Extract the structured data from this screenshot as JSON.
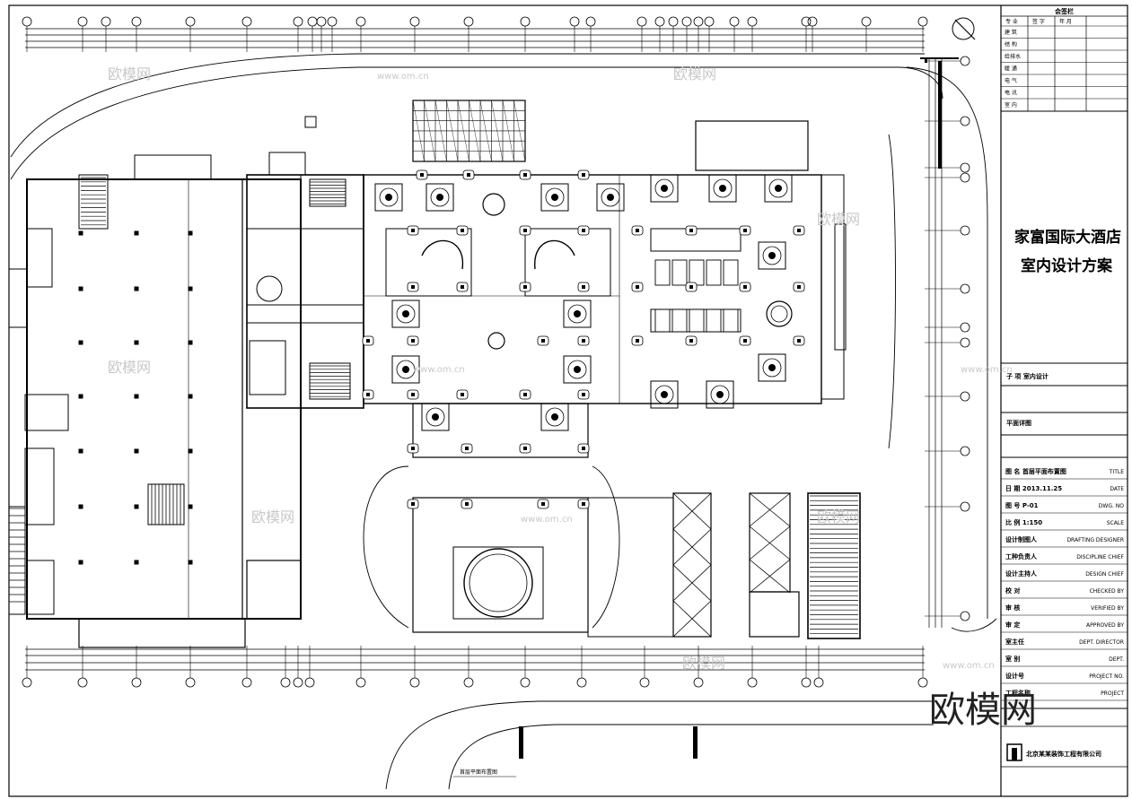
{
  "project": {
    "title_line1": "家富国际大酒店",
    "title_line2": "室内设计方案"
  },
  "watermark": {
    "brand": "欧模网",
    "small": "欧模网",
    "url": "www.om.cn"
  },
  "signoff_table": {
    "header": "会签栏",
    "columns": [
      "专 业",
      "签 字",
      "年 月"
    ],
    "rows": [
      "建 筑",
      "结 构",
      "给排水",
      "暖 通",
      "电 气",
      "电 讯",
      "室 内"
    ]
  },
  "title_block": {
    "subitem": "子 项 室内设计",
    "drawing_type": "平面详图",
    "rows": [
      {
        "cn": "图 名 首层平面布置图",
        "en": "TITLE"
      },
      {
        "cn": "日 期 2013.11.25",
        "en": "DATE"
      },
      {
        "cn": "图 号 P-01",
        "en": "DWG. NO"
      },
      {
        "cn": "比 例 1:150",
        "en": "SCALE"
      },
      {
        "cn": "设计制图人",
        "en": "DRAFTING DESIGNER"
      },
      {
        "cn": "工种负责人",
        "en": "DISCIPLINE CHIEF"
      },
      {
        "cn": "设计主持人",
        "en": "DESIGN CHIEF"
      },
      {
        "cn": "校 对",
        "en": "CHECKED BY"
      },
      {
        "cn": "审 核",
        "en": "VERIFIED BY"
      },
      {
        "cn": "审 定",
        "en": "APPROVED BY"
      },
      {
        "cn": "室主任",
        "en": "DEPT. DIRECTOR"
      },
      {
        "cn": "室 别",
        "en": "DEPT."
      },
      {
        "cn": "设计号",
        "en": "PROJECT NO."
      },
      {
        "cn": "工程名称",
        "en": "PROJECT"
      }
    ],
    "company": "北京某某装饰工程有限公司"
  },
  "plan_caption": "首层平面布置图",
  "colors": {
    "line": "#000000",
    "bg": "#ffffff",
    "watermark": "#c8c8c8"
  }
}
